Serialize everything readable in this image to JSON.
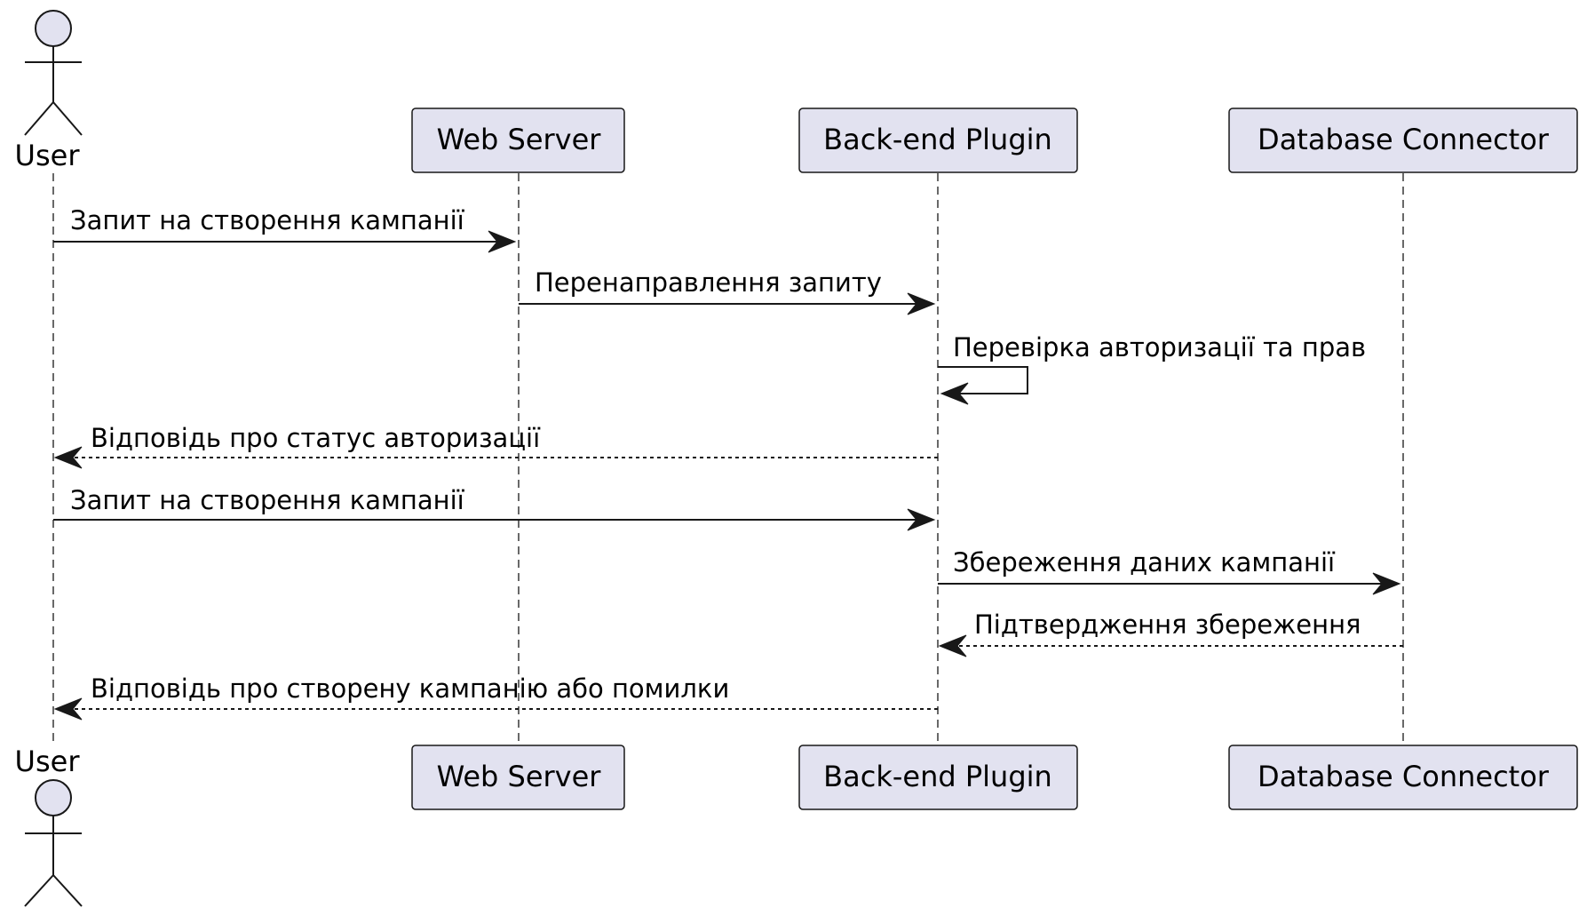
{
  "participants": {
    "user": "User",
    "web_server": "Web Server",
    "backend_plugin": "Back-end Plugin",
    "database_connector": "Database Connector"
  },
  "messages": [
    {
      "from": "user",
      "to": "web_server",
      "label": "Запит на створення кампанії",
      "style": "solid"
    },
    {
      "from": "web_server",
      "to": "backend_plugin",
      "label": "Перенаправлення запиту",
      "style": "solid"
    },
    {
      "from": "backend_plugin",
      "to": "backend_plugin",
      "label": "Перевірка авторизації та прав",
      "style": "solid"
    },
    {
      "from": "backend_plugin",
      "to": "user",
      "label": "Відповідь про статус авторизації",
      "style": "dashed"
    },
    {
      "from": "user",
      "to": "backend_plugin",
      "label": "Запит на створення кампанії",
      "style": "solid"
    },
    {
      "from": "backend_plugin",
      "to": "database_connector",
      "label": "Збереження даних кампанії",
      "style": "solid"
    },
    {
      "from": "database_connector",
      "to": "backend_plugin",
      "label": "Підтвердження збереження",
      "style": "dashed"
    },
    {
      "from": "backend_plugin",
      "to": "user",
      "label": "Відповідь про створену кампанію або помилки",
      "style": "dashed"
    }
  ],
  "colors": {
    "participant_fill": "#e2e2f0",
    "line": "#181818",
    "text": "#000000"
  }
}
